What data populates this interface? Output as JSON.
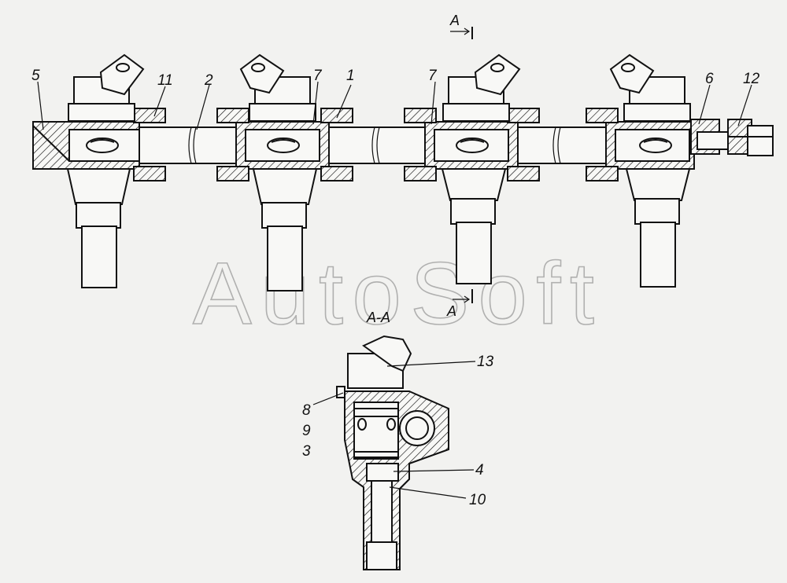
{
  "diagram": {
    "watermark": "AutoSoft",
    "section_mark": "A",
    "section_title": "A-A",
    "part_labels": [
      "5",
      "11",
      "2",
      "7",
      "1",
      "7",
      "6",
      "12",
      "13",
      "8",
      "9",
      "3",
      "4",
      "10"
    ]
  }
}
